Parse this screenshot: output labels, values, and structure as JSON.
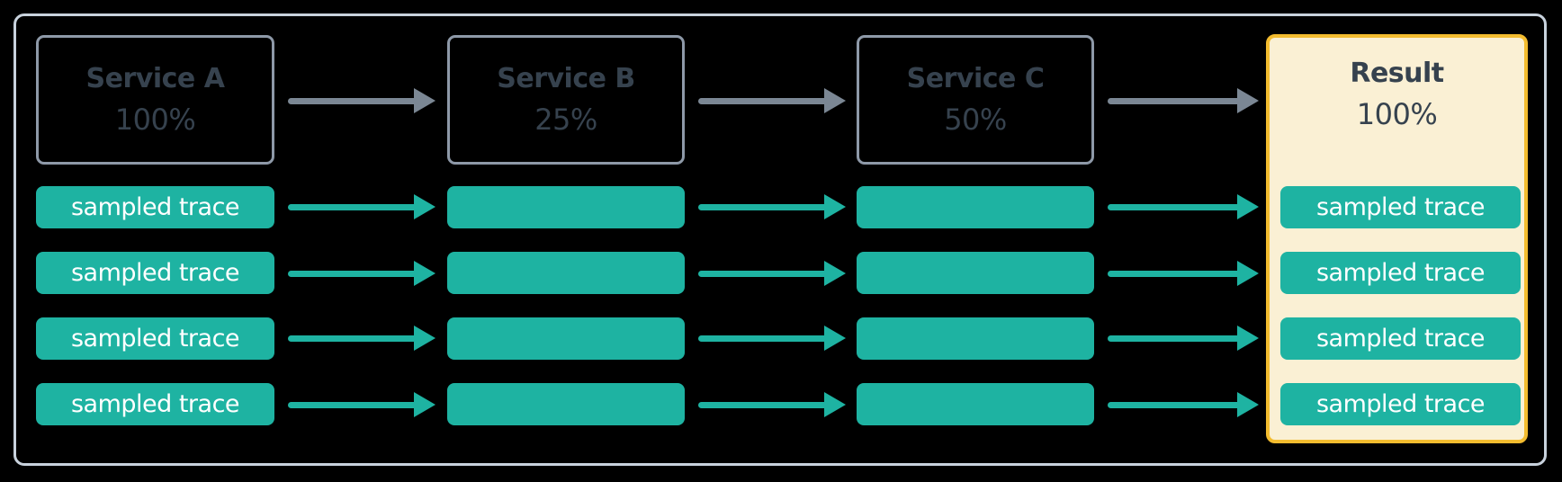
{
  "diagram": {
    "services": [
      {
        "name": "Service A",
        "rate": "100%"
      },
      {
        "name": "Service B",
        "rate": "25%"
      },
      {
        "name": "Service C",
        "rate": "50%"
      }
    ],
    "result": {
      "name": "Result",
      "rate": "100%"
    },
    "trace_label": "sampled trace",
    "trace_rows": 4,
    "colors": {
      "trace_fill": "#1EB3A2",
      "trace_text": "#FFFFFF",
      "service_box_border": "#8E99A8",
      "service_text": "#36424E",
      "flow_arrow": "#7B8794",
      "result_fill": "#FAF0D4",
      "result_border": "#F3BC2F",
      "outer_border": "#C8D2DD",
      "background": "#000000"
    }
  }
}
